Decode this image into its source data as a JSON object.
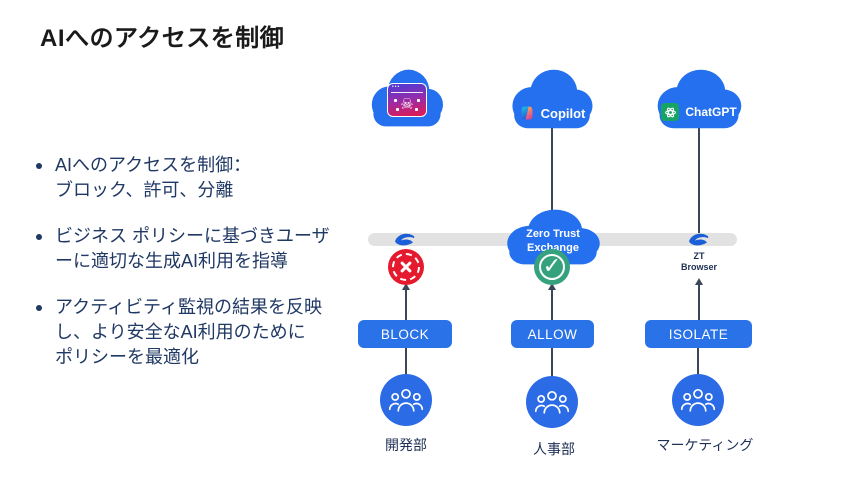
{
  "slide": {
    "title": "AIへのアクセスを制御",
    "bullets": [
      "AIへのアクセスを制御：\nブロック、許可、分離",
      "ビジネス ポリシーに基づきユーザ\nーに適切な生成AI利用を指導",
      "アクティビティ監視の結果を反映\nし、より安全なAI利用のために\nポリシーを最適化"
    ]
  },
  "diagram": {
    "ai_apps": [
      {
        "name": "malicious-ai-site",
        "label": "",
        "icon": "malicious-site-icon"
      },
      {
        "name": "copilot",
        "label": "Copilot",
        "icon": "copilot-logo-icon"
      },
      {
        "name": "chatgpt",
        "label": "ChatGPT",
        "icon": "chatgpt-logo-icon"
      }
    ],
    "platform": {
      "exchange_label": "Zero Trust\nExchange",
      "vendor_icon": "zscaler-logo-icon"
    },
    "zt_browser_label": "ZT\nBrowser",
    "actions": [
      "BLOCK",
      "ALLOW",
      "ISOLATE"
    ],
    "verdict_icons": [
      "block-x-icon",
      "allow-check-icon",
      "zt-browser-label"
    ],
    "groups": [
      "開発部",
      "人事部",
      "マーケティング"
    ]
  },
  "colors": {
    "cloud_blue": "#2470ee",
    "button_blue": "#2a72e8",
    "group_blue": "#2b6ce6",
    "bar_gray": "#e2e2e2",
    "block_red": "#e51a2e",
    "allow_green": "#35a27d",
    "text_navy": "#203864",
    "line_dark": "#3b4757",
    "chatgpt_green": "#17a364",
    "title_black": "#1a1a1a"
  }
}
